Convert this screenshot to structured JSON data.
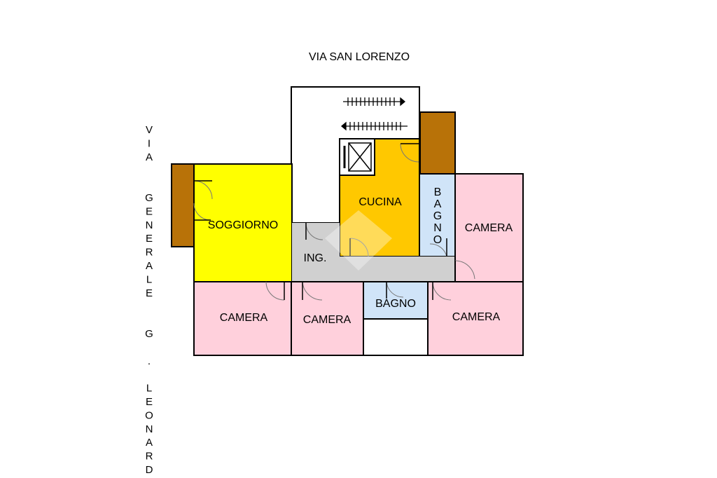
{
  "streets": {
    "north": "VIA SAN LORENZO",
    "west": "VIA  GENERALE  G . LEONARDI"
  },
  "rooms": {
    "living": "SOGGIORNO",
    "kitchen": "CUCINA",
    "bath_vertical": "BAGNO",
    "entrance": "ING.",
    "bedroom_east": "CAMERA",
    "bedroom_sw": "CAMERA",
    "bedroom_mid": "CAMERA",
    "bath_small": "BAGNO",
    "bedroom_se": "CAMERA"
  },
  "colors": {
    "living": "#ffff00",
    "kitchen": "#ffc800",
    "bedroom": "#ffd0dc",
    "bath": "#d0e4f8",
    "corridor": "#d0d0d0",
    "balcony": "#b87208"
  }
}
